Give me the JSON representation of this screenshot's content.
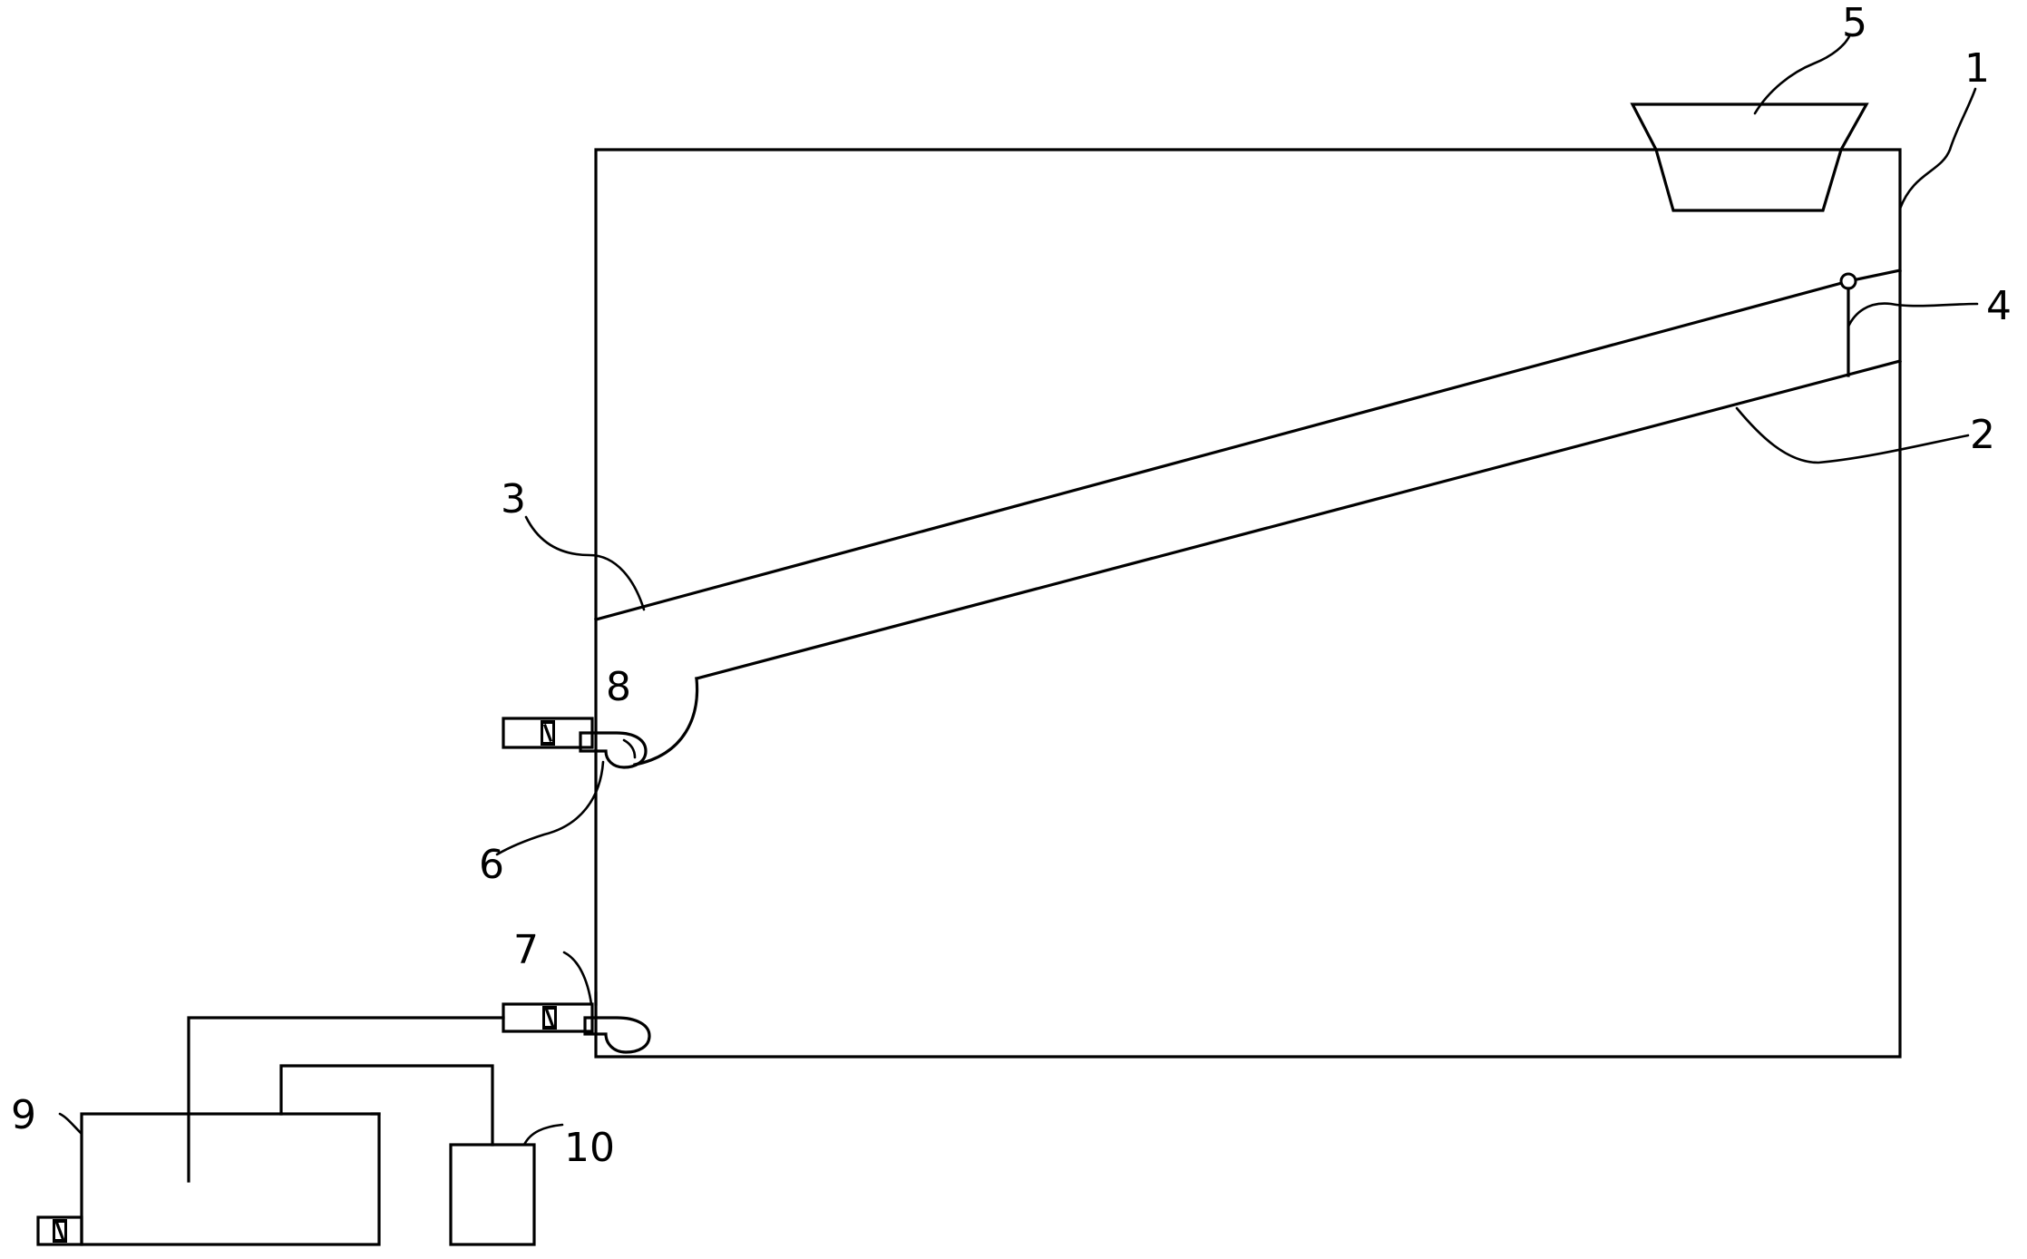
{
  "labels": {
    "housing": "1",
    "lower_screen": "2",
    "upper_screen": "3",
    "support": "4",
    "feed_hopper": "5",
    "middle_outlet_fan": "6",
    "bottom_outlet_fan": "7",
    "upper_outlet": "8",
    "collector_box": "9",
    "small_box": "10"
  }
}
